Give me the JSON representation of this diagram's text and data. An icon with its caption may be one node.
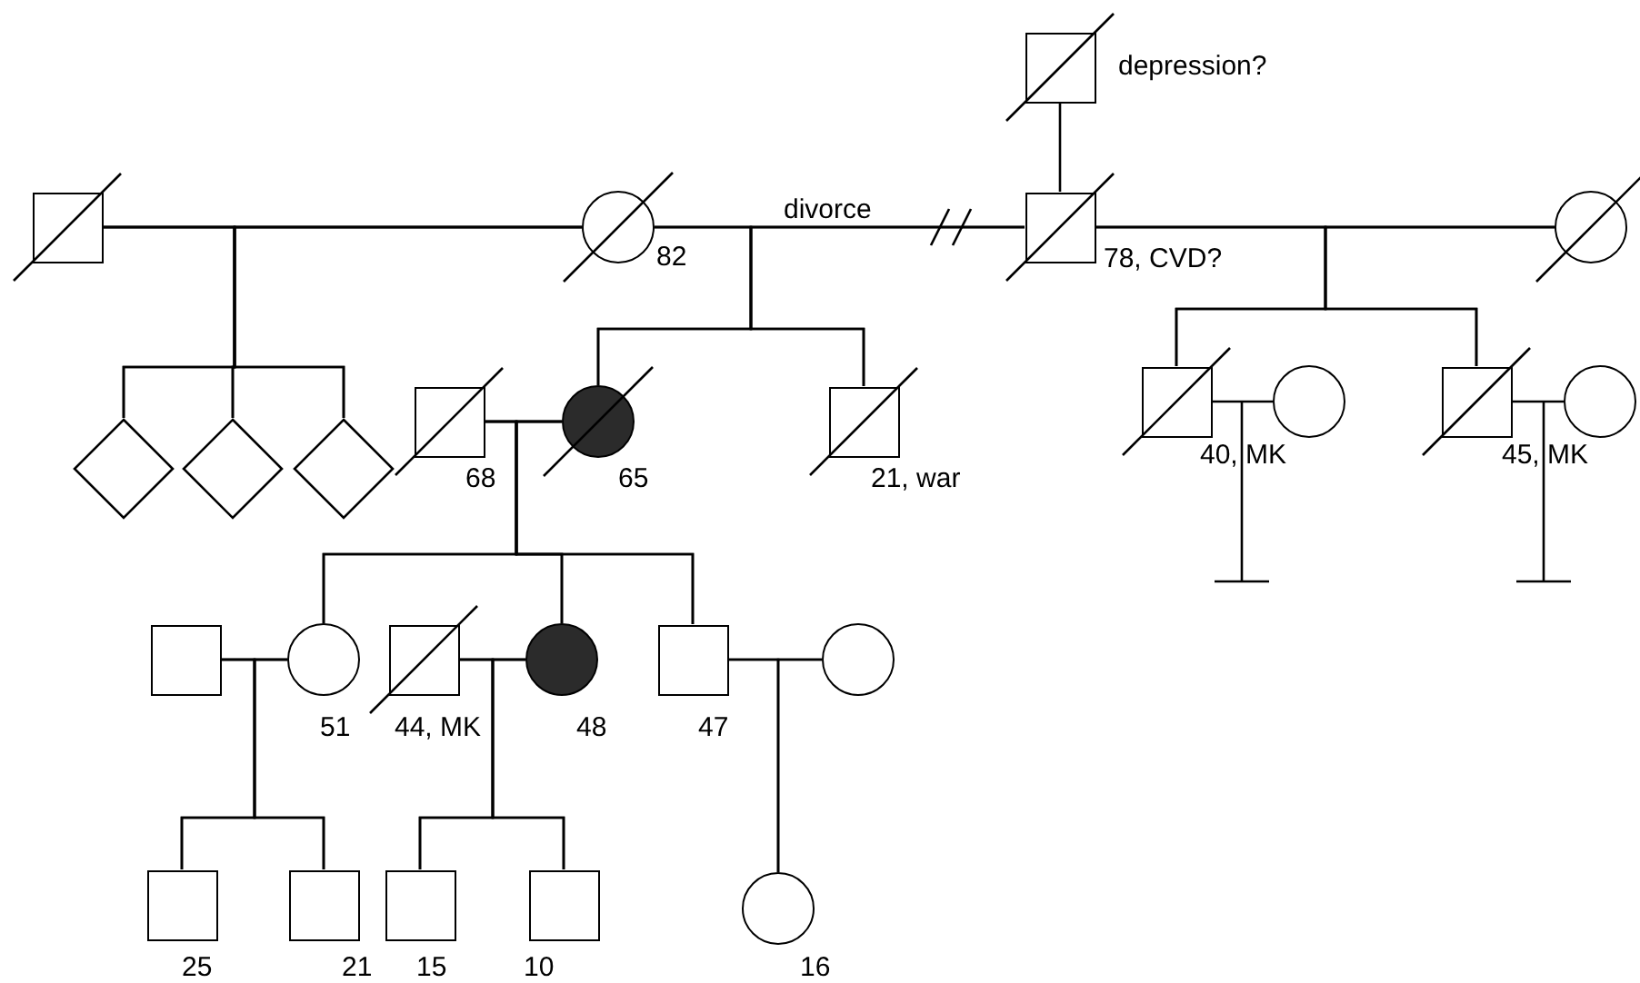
{
  "diagram": {
    "nodes": [
      {
        "text": [],
        "shape": "box",
        "beside": [
          "depression?"
        ]
      },
      {
        "text": [],
        "shape": "box"
      },
      {
        "text": [],
        "shape": "circle",
        "beside": [
          "82"
        ]
      },
      {
        "text": [],
        "shape": "box",
        "beside": [
          "78, CVD?"
        ]
      },
      {
        "text": [],
        "shape": "circle"
      },
      {
        "text": [],
        "shape": "diamond"
      },
      {
        "text": [],
        "shape": "diamond"
      },
      {
        "text": [],
        "shape": "diamond"
      },
      {
        "text": [],
        "shape": "box",
        "beside": [
          "68"
        ]
      },
      {
        "text": [],
        "shape": "circle",
        "beside": [
          "65"
        ]
      },
      {
        "text": [],
        "shape": "box",
        "beside": [
          "21, war"
        ]
      },
      {
        "text": [],
        "shape": "box",
        "beside": [
          "40, MK"
        ]
      },
      {
        "text": [],
        "shape": "circle"
      },
      {
        "text": [],
        "shape": "box",
        "beside": [
          "45, MK"
        ]
      },
      {
        "text": [],
        "shape": "circle"
      },
      {
        "text": [],
        "shape": "box"
      },
      {
        "text": [],
        "shape": "circle",
        "beside": [
          "51"
        ]
      },
      {
        "text": [],
        "shape": "box",
        "beside": [
          "44, MK"
        ]
      },
      {
        "text": [],
        "shape": "circle",
        "beside": [
          "48"
        ]
      },
      {
        "text": [],
        "shape": "box",
        "beside": [
          "47"
        ]
      },
      {
        "text": [],
        "shape": "circle"
      },
      {
        "text": [],
        "shape": "box",
        "beside": [
          "25"
        ]
      },
      {
        "text": [],
        "shape": "box",
        "beside": [
          "21"
        ]
      },
      {
        "text": [],
        "shape": "box",
        "beside": [
          "15"
        ]
      },
      {
        "text": [],
        "shape": "box",
        "beside": [
          "10"
        ]
      },
      {
        "text": [],
        "shape": "circle",
        "beside": [
          "16"
        ]
      }
    ],
    "edges": [
      {
        "from": 0,
        "to": 3,
        "arrow": "none"
      },
      {
        "from": 1,
        "to": 2,
        "arrow": "none"
      },
      {
        "from": 2,
        "to": 3,
        "arrow": "none",
        "label": "divorce"
      },
      {
        "from": 3,
        "to": 4,
        "arrow": "none"
      },
      {
        "from": 1,
        "to": 5,
        "arrow": "none"
      },
      {
        "from": 2,
        "to": 5,
        "arrow": "none"
      },
      {
        "from": 1,
        "to": 6,
        "arrow": "none"
      },
      {
        "from": 2,
        "to": 6,
        "arrow": "none"
      },
      {
        "from": 1,
        "to": 7,
        "arrow": "none"
      },
      {
        "from": 2,
        "to": 7,
        "arrow": "none"
      },
      {
        "from": 8,
        "to": 9,
        "arrow": "none"
      },
      {
        "from": 2,
        "to": 9,
        "arrow": "none"
      },
      {
        "from": 3,
        "to": 9,
        "arrow": "none"
      },
      {
        "from": 2,
        "to": 10,
        "arrow": "none"
      },
      {
        "from": 3,
        "to": 10,
        "arrow": "none"
      },
      {
        "from": 3,
        "to": 11,
        "arrow": "none"
      },
      {
        "from": 4,
        "to": 11,
        "arrow": "none"
      },
      {
        "from": 3,
        "to": 13,
        "arrow": "none"
      },
      {
        "from": 4,
        "to": 13,
        "arrow": "none"
      },
      {
        "from": 11,
        "to": 12,
        "arrow": "none"
      },
      {
        "from": 13,
        "to": 14,
        "arrow": "none"
      },
      {
        "from": 15,
        "to": 16,
        "arrow": "none"
      },
      {
        "from": 8,
        "to": 16,
        "arrow": "none"
      },
      {
        "from": 9,
        "to": 16,
        "arrow": "none"
      },
      {
        "from": 17,
        "to": 18,
        "arrow": "none"
      },
      {
        "from": 8,
        "to": 18,
        "arrow": "none"
      },
      {
        "from": 9,
        "to": 18,
        "arrow": "none"
      },
      {
        "from": 19,
        "to": 20,
        "arrow": "none"
      },
      {
        "from": 8,
        "to": 19,
        "arrow": "none"
      },
      {
        "from": 9,
        "to": 19,
        "arrow": "none"
      },
      {
        "from": 15,
        "to": 21,
        "arrow": "none"
      },
      {
        "from": 16,
        "to": 21,
        "arrow": "none"
      },
      {
        "from": 15,
        "to": 22,
        "arrow": "none"
      },
      {
        "from": 16,
        "to": 22,
        "arrow": "none"
      },
      {
        "from": 17,
        "to": 23,
        "arrow": "none"
      },
      {
        "from": 18,
        "to": 23,
        "arrow": "none"
      },
      {
        "from": 17,
        "to": 24,
        "arrow": "none"
      },
      {
        "from": 18,
        "to": 24,
        "arrow": "none"
      },
      {
        "from": 19,
        "to": 25,
        "arrow": "none"
      },
      {
        "from": 20,
        "to": 25,
        "arrow": "none"
      }
    ]
  }
}
